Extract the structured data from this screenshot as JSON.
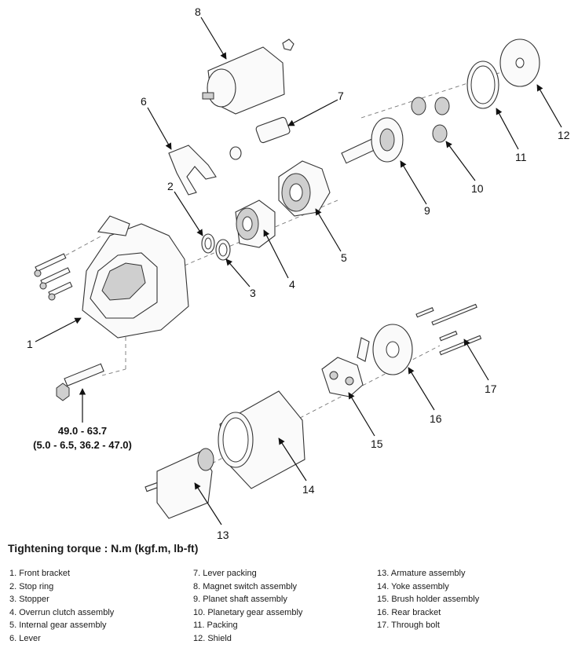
{
  "callouts": [
    "1",
    "2",
    "3",
    "4",
    "5",
    "6",
    "7",
    "8",
    "9",
    "10",
    "11",
    "12",
    "13",
    "14",
    "15",
    "16",
    "17"
  ],
  "torque": {
    "line1": "49.0 - 63.7",
    "line2": "(5.0 - 6.5, 36.2 - 47.0)"
  },
  "legend": {
    "heading": "Tightening torque : N.m (kgf.m, lb-ft)",
    "col1": [
      "1. Front bracket",
      "2. Stop ring",
      "3. Stopper",
      "4. Overrun clutch assembly",
      "5. Internal gear assembly",
      "6. Lever"
    ],
    "col2": [
      "7. Lever packing",
      "8. Magnet switch assembly",
      "9. Planet shaft assembly",
      "10. Planetary gear assembly",
      "11. Packing",
      "12. Shield"
    ],
    "col3": [
      "13. Armature assembly",
      "14. Yoke assembly",
      "15. Brush holder assembly",
      "16. Rear bracket",
      "17. Through bolt"
    ]
  },
  "colors": {
    "line": "#111111",
    "part_fill": "#fafafa",
    "shading": "#cfcfcf"
  }
}
